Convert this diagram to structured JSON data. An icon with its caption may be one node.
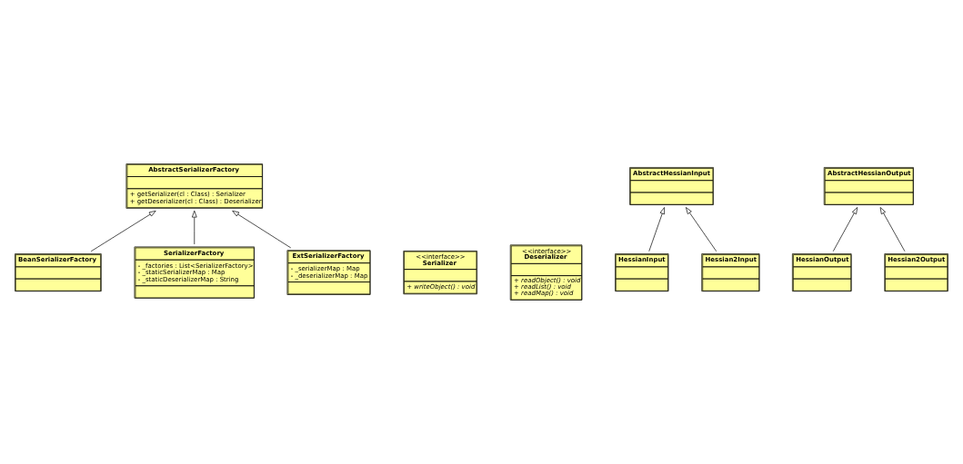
{
  "diagram": {
    "nodes": [
      {
        "text": [
          "AbstractSerializerFactory",
          "+ getSerializer(cl : Class) : Serializer",
          "+ getDeserializer(cl : Class) : Deserializer"
        ]
      },
      {
        "text": [
          "<<interface>>",
          "Serializer",
          "+ writeObject() : void"
        ]
      },
      {
        "text": [
          "<<interface>>",
          "Deserializer",
          "+ readObject() : void",
          "+ readList() : void",
          "+ readMap() : void"
        ]
      },
      {
        "text": [
          "BeanSerializerFactory"
        ]
      },
      {
        "text": [
          "SerializerFactory",
          "- _factories : List<SerializerFactory>",
          "- _staticSerializerMap : Map",
          "- _staticDeserializerMap : String"
        ]
      },
      {
        "text": [
          "ExtSerializerFactory",
          "- _serializerMap : Map",
          "- _deserializerMap : Map"
        ]
      },
      {
        "text": [
          "AbstractHessianInput"
        ]
      },
      {
        "text": [
          "AbstractHessianOutput"
        ]
      },
      {
        "text": [
          "HessianInput"
        ]
      },
      {
        "text": [
          "Hessian2Input"
        ]
      },
      {
        "text": [
          "HessianOutput"
        ]
      },
      {
        "text": [
          "Hessian2Output"
        ]
      }
    ],
    "edges": [
      {
        "from": 3,
        "to": 0,
        "arrow": "to"
      },
      {
        "from": 5,
        "to": 0,
        "arrow": "to"
      },
      {
        "from": 4,
        "to": 0,
        "arrow": "to"
      },
      {
        "from": 8,
        "to": 6,
        "arrow": "to"
      },
      {
        "from": 9,
        "to": 6,
        "arrow": "to"
      },
      {
        "from": 10,
        "to": 7,
        "arrow": "to"
      },
      {
        "from": 11,
        "to": 7,
        "arrow": "to"
      }
    ]
  }
}
